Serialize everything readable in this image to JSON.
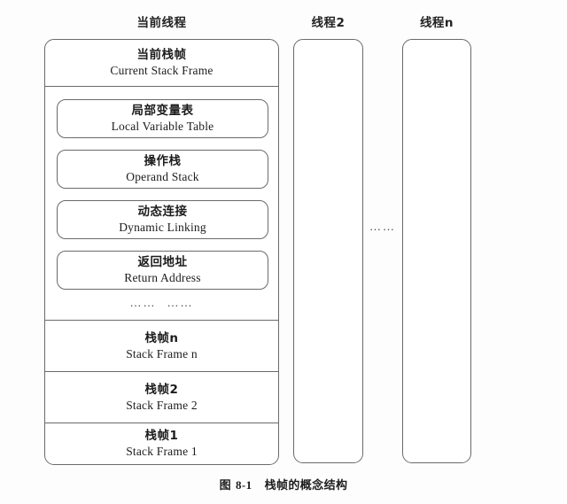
{
  "figure": {
    "caption_prefix": "图",
    "caption_number": "8-1",
    "caption_title": "栈帧的概念结构",
    "caption_full": "图 8-1  栈帧的概念结构"
  },
  "columns": {
    "current_thread": {
      "header": "当前线程",
      "top_band": {
        "label_cn": "当前栈帧",
        "label_en": "Current Stack Frame"
      },
      "components": [
        {
          "label_cn": "局部变量表",
          "label_en": "Local Variable Table"
        },
        {
          "label_cn": "操作栈",
          "label_en": "Operand Stack"
        },
        {
          "label_cn": "动态连接",
          "label_en": "Dynamic Linking"
        },
        {
          "label_cn": "返回地址",
          "label_en": "Return Address"
        }
      ],
      "components_ellipsis_left": "……",
      "components_ellipsis_right": "……",
      "frames": [
        {
          "label_cn": "栈帧n",
          "label_en": "Stack Frame n"
        },
        {
          "label_cn": "栈帧2",
          "label_en": "Stack Frame 2"
        },
        {
          "label_cn": "栈帧1",
          "label_en": "Stack Frame 1"
        }
      ]
    },
    "thread_2": {
      "header": "线程2"
    },
    "thread_n": {
      "header": "线程n"
    },
    "between_threads_ellipsis": "……"
  },
  "colors": {
    "page_background": "#fdfdfd",
    "box_fill": "#ffffff",
    "stroke": "#6a6a6a",
    "text": "#1c1c1c"
  }
}
